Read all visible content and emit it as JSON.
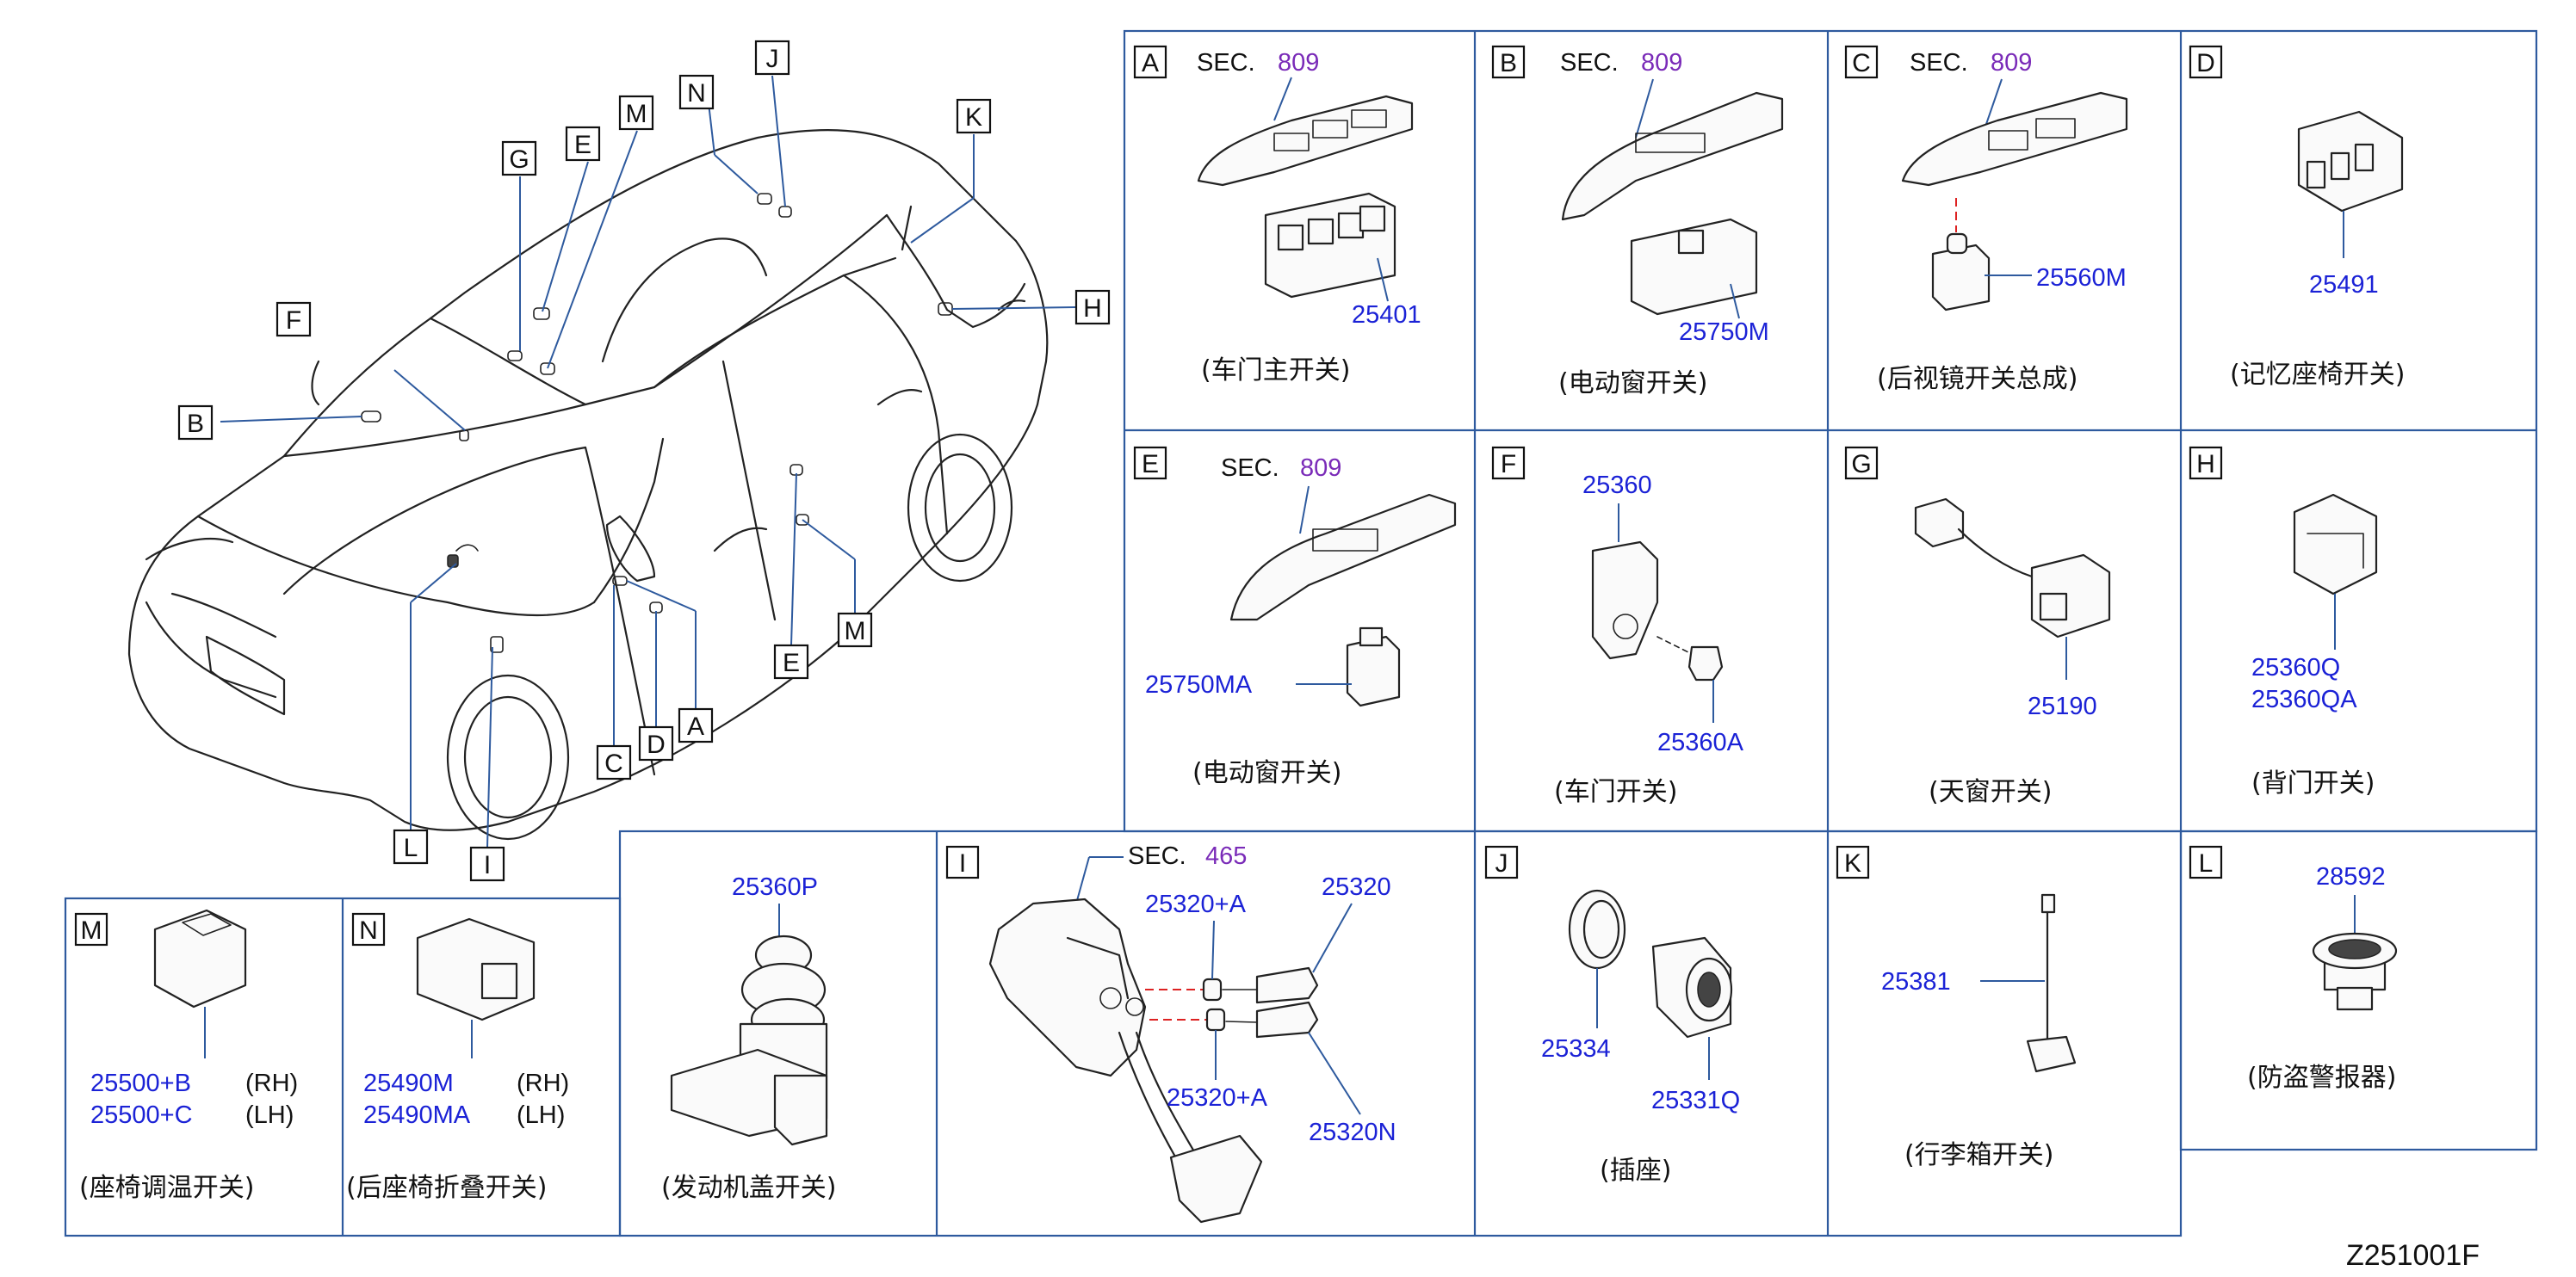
{
  "car_callouts": [
    "A",
    "B",
    "C",
    "D",
    "E",
    "F",
    "G",
    "H",
    "I",
    "J",
    "K",
    "L",
    "M",
    "N"
  ],
  "panels": {
    "A": {
      "letter": "A",
      "sec": "SEC.",
      "sec_num": "809",
      "parts": [
        "25401"
      ],
      "caption": "(车门主开关)"
    },
    "B": {
      "letter": "B",
      "sec": "SEC.",
      "sec_num": "809",
      "parts": [
        "25750M"
      ],
      "caption": "(电动窗开关)"
    },
    "C": {
      "letter": "C",
      "sec": "SEC.",
      "sec_num": "809",
      "parts": [
        "25560M"
      ],
      "caption": "(后视镜开关总成)"
    },
    "D": {
      "letter": "D",
      "parts": [
        "25491"
      ],
      "caption": "(记忆座椅开关)"
    },
    "E": {
      "letter": "E",
      "sec": "SEC.",
      "sec_num": "809",
      "parts": [
        "25750MA"
      ],
      "caption": "(电动窗开关)"
    },
    "F": {
      "letter": "F",
      "parts": [
        "25360",
        "25360A"
      ],
      "caption": "(车门开关)"
    },
    "G": {
      "letter": "G",
      "parts": [
        "25190"
      ],
      "caption": "(天窗开关)"
    },
    "H": {
      "letter": "H",
      "parts": [
        "25360Q",
        "25360QA"
      ],
      "caption": "(背门开关)"
    },
    "M": {
      "letter": "M",
      "parts": [
        "25500+B",
        "25500+C"
      ],
      "sides": [
        "(RH)",
        "(LH)"
      ],
      "caption": "(座椅调温开关)"
    },
    "N": {
      "letter": "N",
      "parts": [
        "25490M",
        "25490MA"
      ],
      "sides": [
        "(RH)",
        "(LH)"
      ],
      "caption": "(后座椅折叠开关)"
    },
    "hood": {
      "parts": [
        "25360P"
      ],
      "caption": "(发动机盖开关)"
    },
    "I": {
      "letter": "I",
      "sec": "SEC.",
      "sec_num": "465",
      "parts": [
        "25320+A",
        "25320",
        "25320+A",
        "25320N"
      ]
    },
    "J": {
      "letter": "J",
      "parts": [
        "25334",
        "25331Q"
      ],
      "caption": "(插座)"
    },
    "K": {
      "letter": "K",
      "parts": [
        "25381"
      ],
      "caption": "(行李箱开关)"
    },
    "L": {
      "letter": "L",
      "parts": [
        "28592"
      ],
      "caption": "(防盗警报器)"
    }
  },
  "diagram_code": "Z251001F",
  "colors": {
    "frame": "#2e5a9e",
    "part_number": "#1b22d6",
    "section_number": "#7a2bb8",
    "text": "#111111"
  }
}
